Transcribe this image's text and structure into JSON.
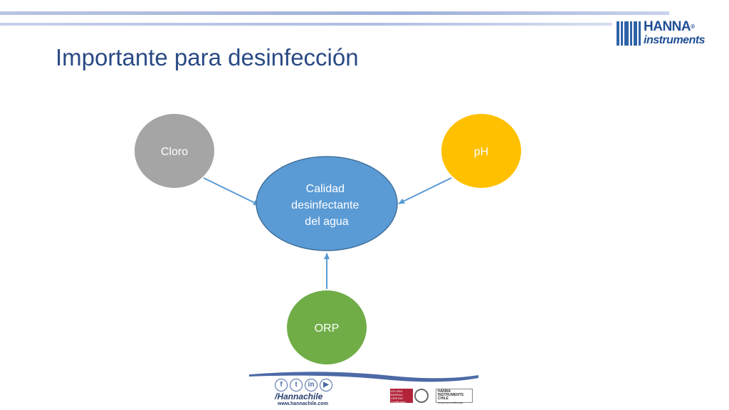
{
  "slide": {
    "title": "Importante para desinfección"
  },
  "logo": {
    "line1": "HANNA",
    "line2": "instruments",
    "brand_color": "#1f4f95"
  },
  "diagram": {
    "center": {
      "label_lines": [
        "Calidad",
        "desinfectante",
        "del agua"
      ],
      "color": "#5b9bd5"
    },
    "nodes": [
      {
        "id": "cloro",
        "label": "Cloro",
        "color": "#a5a5a5"
      },
      {
        "id": "ph",
        "label": "pH",
        "color": "#ffc000"
      },
      {
        "id": "orp",
        "label": "ORP",
        "color": "#70ad47"
      }
    ],
    "arrow_color": "#5b9bd5"
  },
  "footer": {
    "social_icons": [
      "facebook-icon",
      "twitter-icon",
      "linkedin-icon",
      "youtube-icon"
    ],
    "social_glyphs": [
      "f",
      "t",
      "in",
      "▶"
    ],
    "handle": "/Hannachile",
    "website": "www.hannachile.com",
    "cert_badge_text": "ISO 9001 BUREAU VERITAS Certification",
    "cert_box_title": "HANNA INSTRUMENTS CHILE",
    "cert_box_sub": "empresa certificada"
  }
}
